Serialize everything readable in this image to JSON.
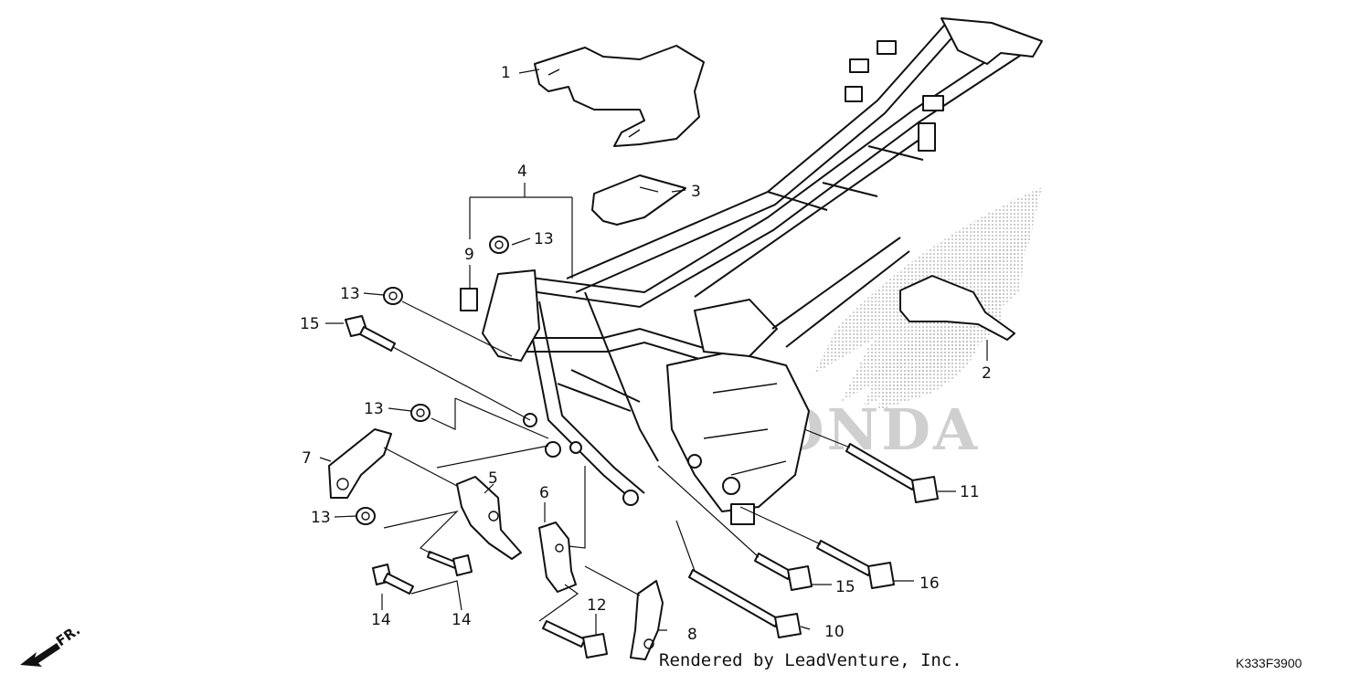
{
  "watermark": {
    "text": "HONDA"
  },
  "direction_marker": {
    "label": "FR."
  },
  "callouts": [
    {
      "id": "c1",
      "number": "1",
      "part": "seat-bracket-plate"
    },
    {
      "id": "c2",
      "number": "2",
      "part": "side-plate"
    },
    {
      "id": "c3",
      "number": "3",
      "part": "frame-cover-plate"
    },
    {
      "id": "c4",
      "number": "4",
      "part": "frame-assembly-group"
    },
    {
      "id": "c9",
      "number": "9",
      "part": "label-plate"
    },
    {
      "id": "c13a",
      "number": "13",
      "part": "nut"
    },
    {
      "id": "c13b",
      "number": "13",
      "part": "nut"
    },
    {
      "id": "c15a",
      "number": "15",
      "part": "bolt"
    },
    {
      "id": "c13c",
      "number": "13",
      "part": "nut"
    },
    {
      "id": "c7",
      "number": "7",
      "part": "engine-hanger-plate"
    },
    {
      "id": "c5",
      "number": "5",
      "part": "engine-hanger-bracket"
    },
    {
      "id": "c6",
      "number": "6",
      "part": "hanger-bracket"
    },
    {
      "id": "c13d",
      "number": "13",
      "part": "nut"
    },
    {
      "id": "c14a",
      "number": "14",
      "part": "bolt"
    },
    {
      "id": "c14b",
      "number": "14",
      "part": "bolt"
    },
    {
      "id": "c12",
      "number": "12",
      "part": "bolt"
    },
    {
      "id": "c8",
      "number": "8",
      "part": "bracket-plate"
    },
    {
      "id": "c10",
      "number": "10",
      "part": "long-bolt"
    },
    {
      "id": "c15b",
      "number": "15",
      "part": "bolt"
    },
    {
      "id": "c16",
      "number": "16",
      "part": "bolt"
    },
    {
      "id": "c11",
      "number": "11",
      "part": "bolt"
    }
  ],
  "footer": {
    "credit": "Rendered by LeadVenture, Inc.",
    "diagram_code": "K333F3900"
  }
}
